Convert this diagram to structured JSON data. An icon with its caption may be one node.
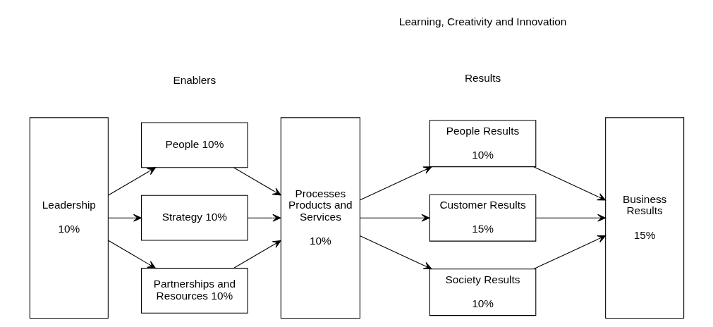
{
  "diagram": {
    "nodes": [
      {
        "text": [
          "Leadership",
          "10%"
        ]
      },
      {
        "text": [
          "People 10%"
        ]
      },
      {
        "text": [
          "Strategy 10%"
        ]
      },
      {
        "text": [
          "Partnerships and Resources 10%"
        ]
      },
      {
        "text": [
          "Processes Products and Services",
          "10%"
        ]
      },
      {
        "text": [
          "People Results",
          "10%"
        ]
      },
      {
        "text": [
          "Customer Results",
          "15%"
        ]
      },
      {
        "text": [
          "Society Results",
          "10%"
        ]
      },
      {
        "text": [
          "Business Results",
          "15%"
        ]
      }
    ],
    "edges": [
      {
        "from": 0,
        "to": 1,
        "arrow": "to"
      },
      {
        "from": 0,
        "to": 2,
        "arrow": "to"
      },
      {
        "from": 0,
        "to": 3,
        "arrow": "to"
      },
      {
        "from": 1,
        "to": 4,
        "arrow": "to"
      },
      {
        "from": 2,
        "to": 4,
        "arrow": "to"
      },
      {
        "from": 3,
        "to": 4,
        "arrow": "to"
      },
      {
        "from": 4,
        "to": 5,
        "arrow": "to"
      },
      {
        "from": 4,
        "to": 6,
        "arrow": "to"
      },
      {
        "from": 4,
        "to": 7,
        "arrow": "to"
      },
      {
        "from": 5,
        "to": 8,
        "arrow": "to"
      },
      {
        "from": 6,
        "to": 8,
        "arrow": "to"
      },
      {
        "from": 7,
        "to": 8,
        "arrow": "to"
      }
    ],
    "labels": [
      "Enablers",
      "Results",
      "Learning, Creativity and Innovation"
    ]
  }
}
